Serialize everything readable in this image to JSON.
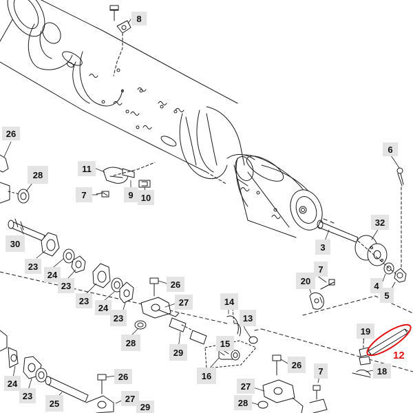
{
  "diagram": {
    "callouts": [
      {
        "id": "c8",
        "label": "8"
      },
      {
        "id": "c6",
        "label": "6"
      },
      {
        "id": "c26a",
        "label": "26"
      },
      {
        "id": "c28a",
        "label": "28"
      },
      {
        "id": "c11",
        "label": "11"
      },
      {
        "id": "c7a",
        "label": "7"
      },
      {
        "id": "c9",
        "label": "9"
      },
      {
        "id": "c10",
        "label": "10"
      },
      {
        "id": "c32",
        "label": "32"
      },
      {
        "id": "c30",
        "label": "30"
      },
      {
        "id": "c3",
        "label": "3"
      },
      {
        "id": "c23a",
        "label": "23"
      },
      {
        "id": "c24a",
        "label": "24"
      },
      {
        "id": "c7b",
        "label": "7"
      },
      {
        "id": "c23b",
        "label": "23"
      },
      {
        "id": "c20",
        "label": "20"
      },
      {
        "id": "c4",
        "label": "4"
      },
      {
        "id": "c5",
        "label": "5"
      },
      {
        "id": "c26b",
        "label": "26"
      },
      {
        "id": "c23c",
        "label": "23"
      },
      {
        "id": "c24b",
        "label": "24"
      },
      {
        "id": "c27a",
        "label": "27"
      },
      {
        "id": "c14",
        "label": "14"
      },
      {
        "id": "c23d",
        "label": "23"
      },
      {
        "id": "c13",
        "label": "13"
      },
      {
        "id": "c28b",
        "label": "28"
      },
      {
        "id": "c19",
        "label": "19"
      },
      {
        "id": "c29a",
        "label": "29"
      },
      {
        "id": "c15",
        "label": "15"
      },
      {
        "id": "c26c",
        "label": "26"
      },
      {
        "id": "c16",
        "label": "16"
      },
      {
        "id": "c18",
        "label": "18"
      },
      {
        "id": "c7c",
        "label": "7"
      },
      {
        "id": "c26d",
        "label": "26"
      },
      {
        "id": "c24c",
        "label": "24"
      },
      {
        "id": "c27b",
        "label": "27"
      },
      {
        "id": "c23e",
        "label": "23"
      },
      {
        "id": "c25",
        "label": "25"
      },
      {
        "id": "c27c",
        "label": "27"
      },
      {
        "id": "c29b",
        "label": "29"
      },
      {
        "id": "c28c",
        "label": "28"
      }
    ],
    "highlight": {
      "label": "12",
      "color": "#e01010"
    },
    "label_box_color": "#e4e4e4",
    "line_color": "#1a1a1a"
  }
}
